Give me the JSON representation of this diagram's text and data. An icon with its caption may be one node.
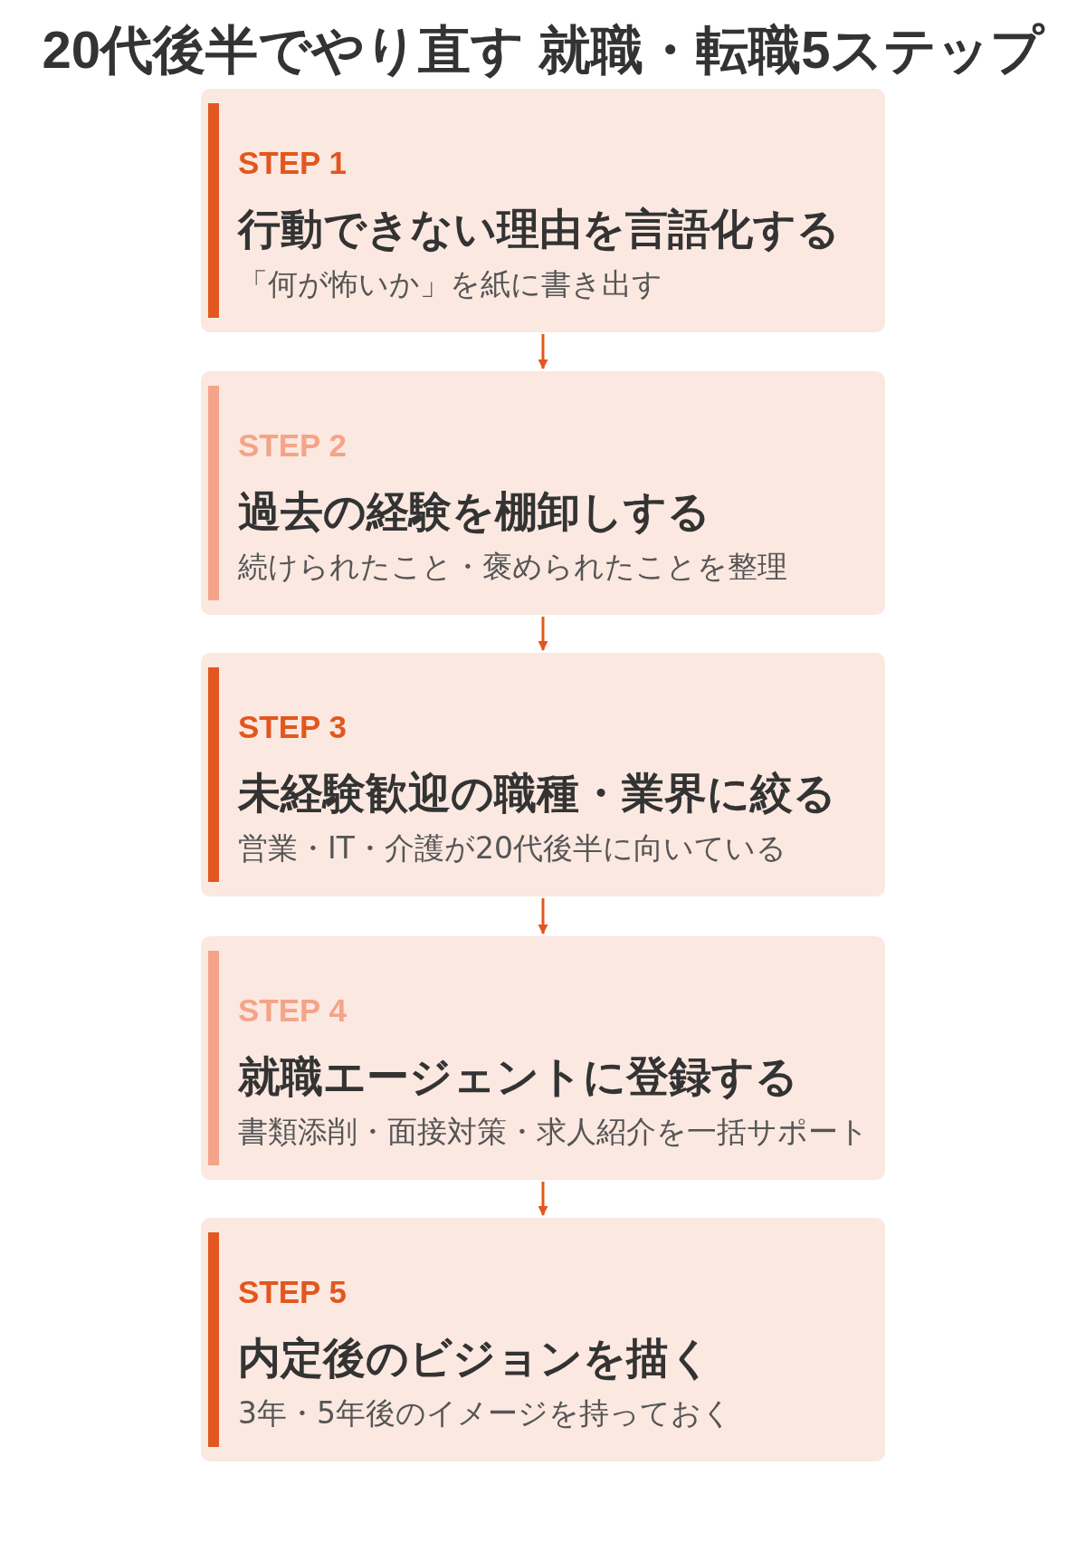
{
  "diagram": {
    "title": "20代後半でやり直す 就職・転職5ステップ",
    "nodes": [
      {
        "text": [
          "STEP 1",
          "行動できない理由を言語化する",
          "「何が怖いか」を紙に書き出す"
        ]
      },
      {
        "text": [
          "STEP 2",
          "過去の経験を棚卸しする",
          "続けられたこと・褒められたことを整理"
        ]
      },
      {
        "text": [
          "STEP 3",
          "未経験歓迎の職種・業界に絞る",
          "営業・IT・介護が20代後半に向いている"
        ]
      },
      {
        "text": [
          "STEP 4",
          "就職エージェントに登録する",
          "書類添削・面接対策・求人紹介を一括サポート"
        ]
      },
      {
        "text": [
          "STEP 5",
          "内定後のビジョンを描く",
          "3年・5年後のイメージを持っておく"
        ]
      }
    ],
    "edges": [
      {
        "from": 0,
        "to": 1,
        "arrow": "to"
      },
      {
        "from": 1,
        "to": 2,
        "arrow": "to"
      },
      {
        "from": 2,
        "to": 3,
        "arrow": "to"
      },
      {
        "from": 3,
        "to": 4,
        "arrow": "to"
      }
    ]
  }
}
